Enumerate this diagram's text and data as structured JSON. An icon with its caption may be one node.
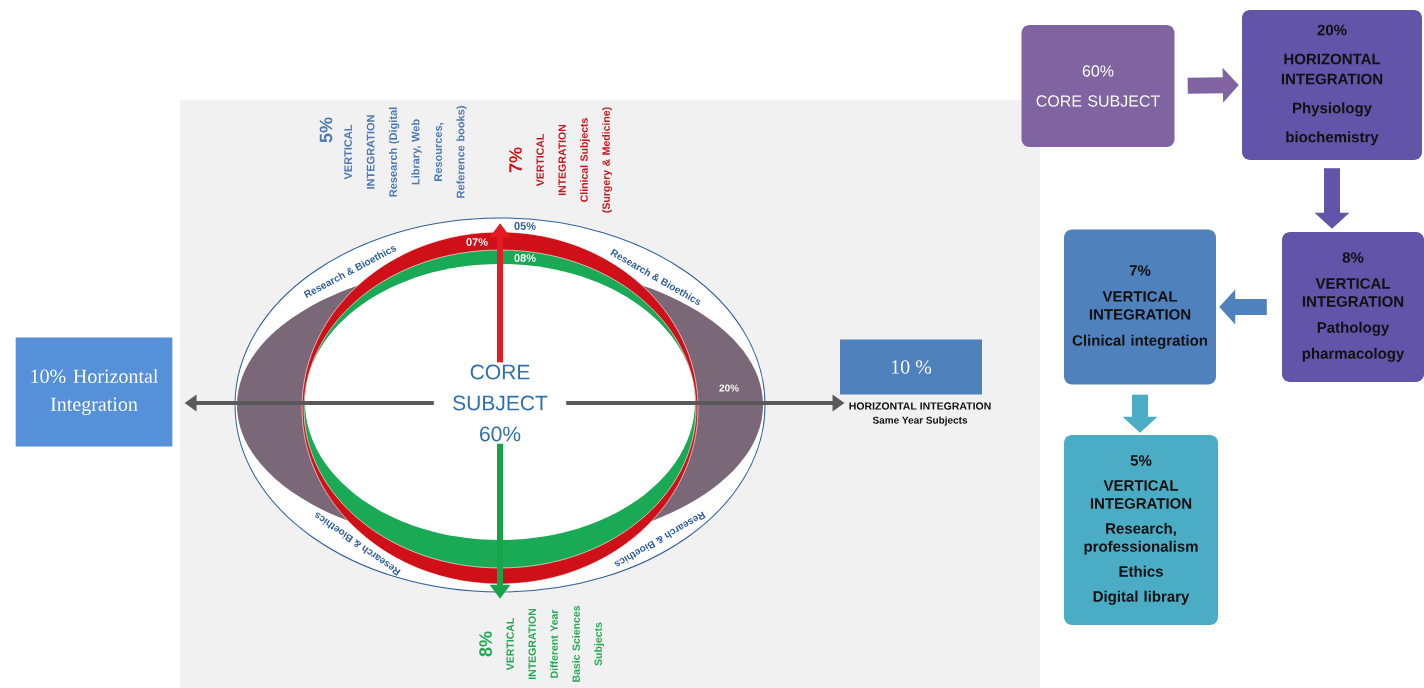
{
  "diagram": {
    "nodes": [
      {
        "text": [
          "10% Horizontal Integration"
        ]
      },
      {
        "text": [
          "10 %"
        ]
      },
      {
        "text": [
          "60%",
          "CORE SUBJECT"
        ]
      },
      {
        "text": [
          "20%",
          "HORIZONTAL INTEGRATION",
          "Physiology",
          "biochemistry"
        ]
      },
      {
        "text": [
          "8%",
          "VERTICAL INTEGRATION",
          "Pathology",
          "pharmacology"
        ]
      },
      {
        "text": [
          "7%",
          "VERTICAL INTEGRATION",
          "Clinical integration"
        ]
      },
      {
        "text": [
          "5%",
          "VERTICAL INTEGRATION",
          "Research, professionalism",
          "Ethics",
          "Digital library"
        ]
      },
      {
        "text": [
          "CORE SUBJECT 60%"
        ]
      },
      {
        "text": [
          "7%",
          "VERTICAL INTEGRATION Clinical Subjects (Surgery & Medicine)"
        ]
      },
      {
        "text": [
          "8%",
          "VERTICAL INTEGRATION Different Year Basic Sciences Subjects"
        ]
      },
      {
        "text": [
          "HORIZONTAL INTEGRATION",
          "Same Year Subjects"
        ]
      }
    ],
    "edges": [
      {
        "from": 2,
        "to": 3,
        "arrow": "to",
        "style": "thick",
        "color": "#8064a2"
      },
      {
        "from": 3,
        "to": 4,
        "arrow": "to",
        "style": "thick",
        "color": "#6254a8"
      },
      {
        "from": 4,
        "to": 5,
        "arrow": "to",
        "style": "thick",
        "color": "#4f81bd"
      },
      {
        "from": 5,
        "to": 6,
        "arrow": "to",
        "style": "thick",
        "color": "#4bacc6"
      },
      {
        "from": 7,
        "to": 8,
        "arrow": "to",
        "color": "#e31b23"
      },
      {
        "from": 7,
        "to": 9,
        "arrow": "to",
        "color": "#17a34a"
      },
      {
        "from": 7,
        "to": 0,
        "arrow": "to",
        "color": "#595959"
      },
      {
        "from": 7,
        "to": 10,
        "arrow": "to",
        "color": "#595959"
      }
    ],
    "labels": [
      "5%",
      "VERTICAL INTEGRATION Research (Digital Library, Web Resources, Reference books)",
      "05%",
      "07%",
      "08%",
      "Research & Bioethics",
      "Research & Bioethics",
      "20%",
      "Research & Bioethics",
      "Research & Bioethics"
    ]
  }
}
